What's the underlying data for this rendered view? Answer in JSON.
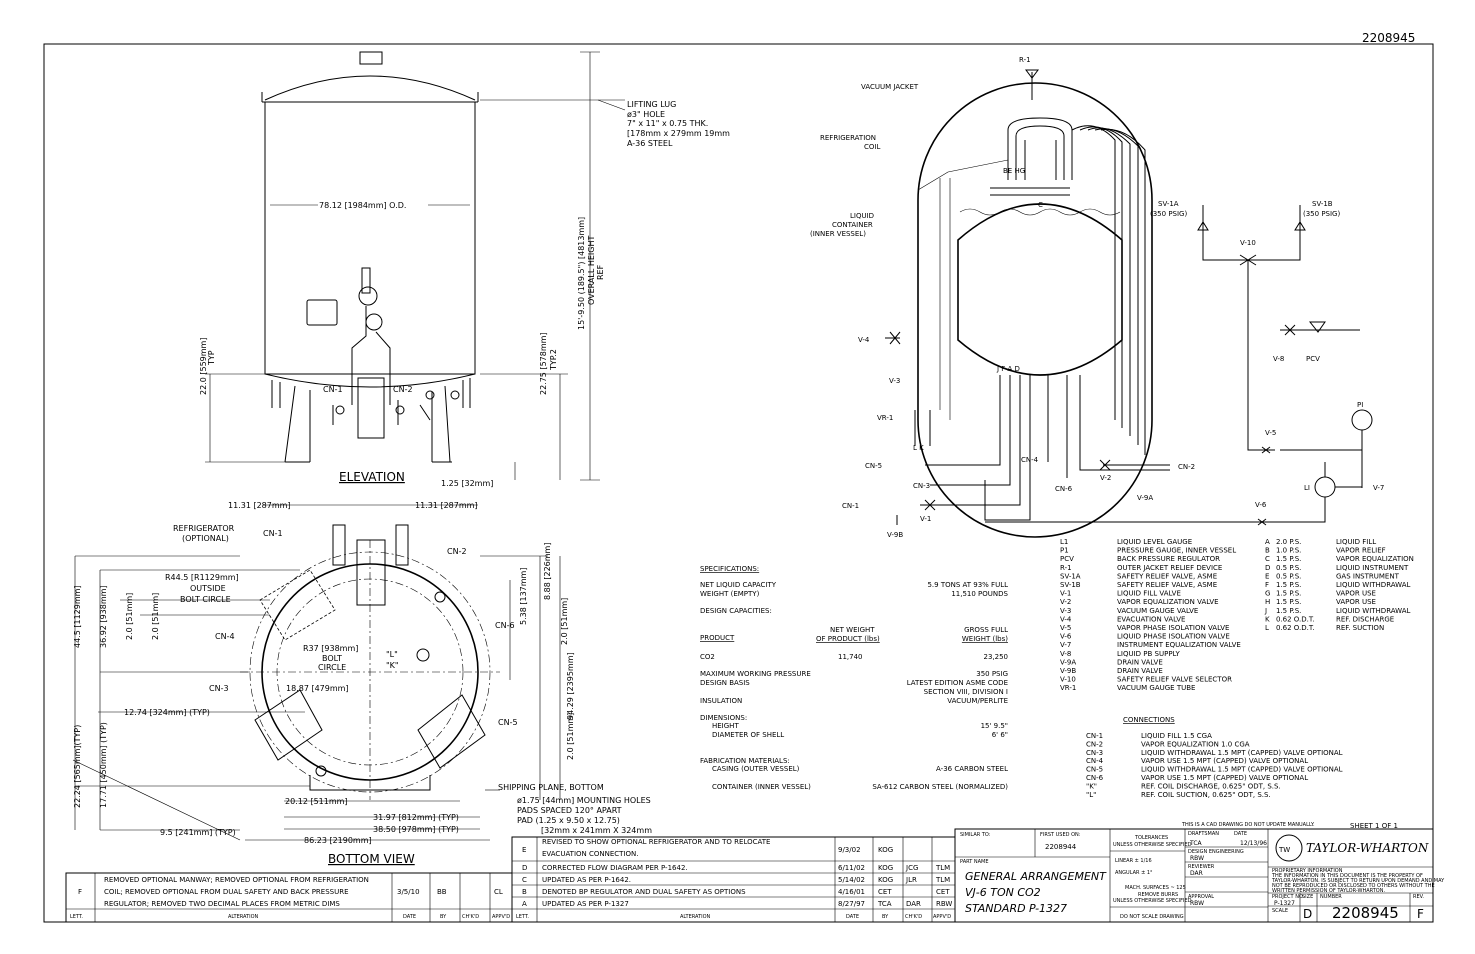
{
  "drawing_number_top": "2208945",
  "elevation": {
    "title": "ELEVATION",
    "lifting_lug": [
      "LIFTING LUG",
      "ø3\" HOLE",
      "7\" x 11\" x 0.75 THK.",
      "[178mm x 279mm 19mm",
      "A-36 STEEL"
    ],
    "od_dim": "78.12 [1984mm] O.D.",
    "overall_height": [
      "15'-9.50 (189.5\") [4813mm]",
      "OVERALL HEIGHT",
      "REF"
    ],
    "typ_left": [
      "22.0 [559mm]",
      "TYP"
    ],
    "typ_right": [
      "22.75 [578mm]",
      "TYP.2"
    ],
    "leg_dim": "1.25 [32mm]",
    "cn1": "CN-1",
    "cn2": "CN-2"
  },
  "bottom_view": {
    "title": "BOTTOM VIEW",
    "dim_top_left": "11.31 [287mm]",
    "dim_top_right": "11.31 [287mm]",
    "refrigerator": [
      "REFRIGERATOR",
      "(OPTIONAL)"
    ],
    "bolt_circle_outer": [
      "R44.5 [R1129mm]",
      "OUTSIDE",
      "BOLT CIRCLE"
    ],
    "bolt_circle": [
      "R37 [938mm]",
      "BOLT",
      "CIRCLE"
    ],
    "dim_center": "18.87 [479mm]",
    "dim_typ": "12.74 [324mm] (TYP)",
    "dim_bottom_1": "20.12 [511mm]",
    "dim_bottom_2": "31.97 [812mm] (TYP)",
    "dim_bottom_3": "38.50 [978mm] (TYP)",
    "dim_bottom_4": "86.23 [2190mm]",
    "dim_241": "9.5 [241mm] (TYP)",
    "v_dims_left": [
      "44.5 [1129mm]",
      "36.92 [938mm]",
      "2.0 [51mm]",
      "2.0 [51mm]",
      "22.24 [565mm](TYP)",
      "17.71 [450mm] (TYP)"
    ],
    "v_dims_right": [
      "5.38 [137mm]",
      "8.88 [226mm]",
      "2.0 [51mm]",
      "94.29 [2395mm]",
      "2.0 [51mm]"
    ],
    "labels": [
      "CN-1",
      "CN-2",
      "CN-3",
      "CN-4",
      "CN-5",
      "CN-6",
      "\"L\"",
      "\"K\""
    ],
    "shipping": [
      "SHIPPING PLANE, BOTTOM",
      "ø1.75 [44mm] MOUNTING HOLES",
      "PADS SPACED 120° APART",
      "PAD (1.25 x 9.50 x 12.75)",
      "[32mm x 241mm X 324mm"
    ]
  },
  "schematic": {
    "vacuum_jacket": "VACUUM JACKET",
    "refrigeration_coil": [
      "REFRIGERATION",
      "COIL"
    ],
    "liquid_container": [
      "LIQUID",
      "CONTAINER",
      "(INNER VESSEL)"
    ],
    "top_letters": "BE  HG",
    "c_letter": "C",
    "bottom_letters": "J F A D",
    "lk": "L   K",
    "valves": [
      "R-1",
      "SV-1A",
      "(350 PSIG)",
      "SV-1B",
      "(350 PSIG)",
      "V-10",
      "V-4",
      "V-3",
      "VR-1",
      "V-8",
      "PCV",
      "PI",
      "V-5",
      "LI",
      "V-7",
      "V-6",
      "V-2",
      "V-9A",
      "CN-2",
      "CN-4",
      "CN-6",
      "CN-5",
      "CN-3",
      "V-1",
      "CN-1",
      "V-9B"
    ]
  },
  "specifications": {
    "heading": "SPECIFICATIONS:",
    "rows": [
      [
        "NET LIQUID CAPACITY",
        "5.9 TONS AT 93% FULL"
      ],
      [
        "WEIGHT (EMPTY)",
        "11,510 POUNDS"
      ],
      [
        "DESIGN CAPACITIES:",
        ""
      ]
    ],
    "table_head": [
      "PRODUCT",
      "NET WEIGHT",
      "OF PRODUCT (lbs)",
      "GROSS FULL",
      "WEIGHT (lbs)"
    ],
    "table_row": [
      "CO2",
      "11,740",
      "23,250"
    ],
    "rows2": [
      [
        "MAXIMUM WORKING PRESSURE",
        "350 PSIG"
      ],
      [
        "DESIGN BASIS",
        "LATEST EDITION ASME CODE"
      ],
      [
        "",
        "SECTION VIII, DIVISION I"
      ],
      [
        "INSULATION",
        "VACUUM/PERLITE"
      ],
      [
        "DIMENSIONS:",
        ""
      ],
      [
        "HEIGHT",
        "15' 9.5\""
      ],
      [
        "DIAMETER OF SHELL",
        "6' 6\""
      ],
      [
        "FABRICATION MATERIALS:",
        ""
      ],
      [
        "CASING (OUTER VESSEL)",
        "A-36 CARBON STEEL"
      ],
      [
        "CONTAINER (INNER VESSEL)",
        "SA-612 CARBON STEEL (NORMALIZED)"
      ]
    ]
  },
  "legend": [
    [
      "L1",
      "LIQUID LEVEL GAUGE"
    ],
    [
      "P1",
      "PRESSURE GAUGE, INNER VESSEL"
    ],
    [
      "PCV",
      "BACK PRESSURE REGULATOR"
    ],
    [
      "R-1",
      "OUTER JACKET RELIEF DEVICE"
    ],
    [
      "SV-1A",
      "SAFETY RELIEF VALVE, ASME"
    ],
    [
      "SV-1B",
      "SAFETY RELIEF VALVE, ASME"
    ],
    [
      "V-1",
      "LIQUID FILL VALVE"
    ],
    [
      "V-2",
      "VAPOR EQUALIZATION VALVE"
    ],
    [
      "V-3",
      "VACUUM GAUGE VALVE"
    ],
    [
      "V-4",
      "EVACUATION VALVE"
    ],
    [
      "V-5",
      "VAPOR PHASE ISOLATION VALVE"
    ],
    [
      "V-6",
      "LIQUID PHASE ISOLATION VALVE"
    ],
    [
      "V-7",
      "INSTRUMENT EQUALIZATION VALVE"
    ],
    [
      "V-8",
      "LIQUID PB SUPPLY"
    ],
    [
      "V-9A",
      "DRAIN VALVE"
    ],
    [
      "V-9B",
      "DRAIN VALVE"
    ],
    [
      "V-10",
      "SAFETY RELIEF VALVE SELECTOR"
    ],
    [
      "VR-1",
      "VACUUM GAUGE TUBE"
    ]
  ],
  "coils": [
    [
      "A",
      "2.0 P.S.",
      "LIQUID FILL"
    ],
    [
      "B",
      "1.0 P.S.",
      "VAPOR RELIEF"
    ],
    [
      "C",
      "1.5 P.S.",
      "VAPOR EQUALIZATION"
    ],
    [
      "D",
      "0.5 P.S.",
      "LIQUID INSTRUMENT"
    ],
    [
      "E",
      "0.5 P.S.",
      "GAS INSTRUMENT"
    ],
    [
      "F",
      "1.5 P.S.",
      "LIQUID WITHDRAWAL"
    ],
    [
      "G",
      "1.5 P.S.",
      "VAPOR USE"
    ],
    [
      "H",
      "1.5 P.S.",
      "VAPOR USE"
    ],
    [
      "J",
      "1.5 P.S.",
      "LIQUID WITHDRAWAL"
    ],
    [
      "K",
      "0.62 O.D.T.",
      "REF. DISCHARGE"
    ],
    [
      "L",
      "0.62 O.D.T.",
      "REF. SUCTION"
    ]
  ],
  "connections": {
    "heading": "CONNECTIONS",
    "rows": [
      [
        "CN-1",
        "LIQUID FILL 1.5 CGA"
      ],
      [
        "CN-2",
        "VAPOR EQUALIZATION 1.0 CGA"
      ],
      [
        "CN-3",
        "LIQUID WITHDRAWAL 1.5 MPT (CAPPED) VALVE OPTIONAL"
      ],
      [
        "CN-4",
        "VAPOR USE 1.5 MPT (CAPPED) VALVE OPTIONAL"
      ],
      [
        "CN-5",
        "LIQUID WITHDRAWAL 1.5 MPT (CAPPED) VALVE OPTIONAL"
      ],
      [
        "CN-6",
        "VAPOR USE 1.5 MPT (CAPPED) VALVE OPTIONAL"
      ],
      [
        "\"K\"",
        "REF. COIL DISCHARGE, 0.625\" ODT, S.S."
      ],
      [
        "\"L\"",
        "REF. COIL SUCTION, 0.625\" ODT, S.S."
      ]
    ]
  },
  "revisions_right": {
    "rows": [
      [
        "E",
        "REVISED TO SHOW OPTIONAL REFRIGERATOR AND TO RELOCATE",
        "EVACUATION CONNECTION.",
        "9/3/02",
        "KOG",
        "",
        ""
      ],
      [
        "D",
        "CORRECTED FLOW DIAGRAM PER P-1642.",
        "",
        "6/11/02",
        "KOG",
        "JCG",
        "TLM"
      ],
      [
        "C",
        "UPDATED AS PER P-1642.",
        "",
        "5/14/02",
        "KOG",
        "JLR",
        "TLM"
      ],
      [
        "B",
        "DENOTED BP REGULATOR AND DUAL SAFETY AS OPTIONS",
        "",
        "4/16/01",
        "CET",
        "",
        "CET"
      ],
      [
        "A",
        "UPDATED AS PER P-1327",
        "",
        "8/27/97",
        "TCA",
        "DAR",
        "RBW"
      ]
    ],
    "head": [
      "LETT.",
      "ALTERATION",
      "DATE",
      "BY",
      "CH'K'D",
      "APPV'D"
    ]
  },
  "revisions_left": {
    "row": [
      "F",
      "REMOVED OPTIONAL MANWAY; REMOVED OPTIONAL FROM REFRIGERATION",
      "COIL; REMOVED OPTIONAL FROM DUAL SAFETY AND BACK PRESSURE",
      "REGULATOR; REMOVED TWO DECIMAL PLACES FROM METRIC DIMS",
      "3/5/10",
      "BB",
      "",
      "CL"
    ],
    "head": [
      "LETT.",
      "ALTERATION",
      "DATE",
      "BY",
      "CH'K'D",
      "APPV'D"
    ]
  },
  "title_block": {
    "cad_note": "THIS IS A CAD DRAWING DO NOT UPDATE MANUALLY.",
    "sheet": "SHEET 1 OF 1",
    "similar_to": "SIMILAR TO:",
    "first_used_on": "FIRST USED ON:",
    "first_used_value": "2208944",
    "part_name": "PART NAME",
    "title_lines": [
      "GENERAL ARRANGEMENT",
      "VJ-6 TON CO2",
      "STANDARD P-1327"
    ],
    "tolerances": [
      "TOLERANCES",
      "UNLESS OTHERWISE SPECIFIED",
      "LINEAR  ± 1/16",
      "ANGULAR  ± 1°",
      "MACH. SURFACES ~ 125",
      "REMOVE BURRS",
      "UNLESS OTHERWISE SPECIFIED",
      "DO NOT SCALE DRAWING"
    ],
    "draftsman": "DRAFTSMAN",
    "date_label": "DATE",
    "draftsman_value": "TCA",
    "date_value": "12/13/96",
    "design_eng": "DESIGN ENGINEERING",
    "design_value": "RBW",
    "reviewer": "REVIEWER",
    "reviewer_value": "DAR",
    "approval": "APPROVAL",
    "approval_value": "RBW",
    "company": "TAYLOR-WHARTON",
    "proprietary": [
      "PROPRIETARY INFORMATION",
      "THE INFORMATION IN THIS DOCUMENT IS THE PROPERTY OF",
      "TAYLOR-WHARTON. IS SUBJECT TO RETURN UPON DEMAND AND MAY",
      "NOT BE REPRODUCED OR DISCLOSED TO OTHERS WITHOUT THE",
      "WRITTEN PERMISSION OF TAYLOR-WHARTON."
    ],
    "project_no_label": "PROJECT NO.",
    "project_no": "P-1327",
    "size_label": "SIZE",
    "size": "D",
    "number_label": "NUMBER",
    "number": "2208945",
    "rev_label": "REV.",
    "rev": "F",
    "scale_label": "SCALE"
  }
}
